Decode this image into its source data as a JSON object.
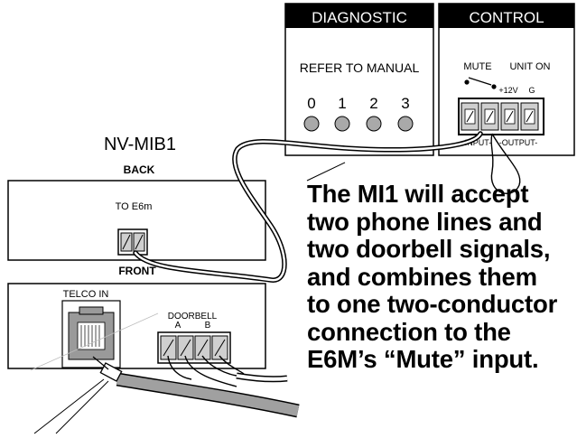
{
  "diagnostic_panel": {
    "title": "DIAGNOSTIC",
    "subtitle": "REFER TO MANUAL",
    "leds": [
      "0",
      "1",
      "2",
      "3"
    ]
  },
  "control_panel": {
    "title": "CONTROL",
    "mute_label": "MUTE",
    "unit_on_label": "UNIT ON",
    "voltage_label": "+12V",
    "ground_label": "G",
    "input_label": "-INPUT-",
    "output_label": "-OUTPUT-"
  },
  "module": {
    "name": "NV-MIB1",
    "back_label": "BACK",
    "back_port_label": "TO E6m",
    "front_label": "FRONT",
    "telco_label": "TELCO IN",
    "doorbell_label": "DOORBELL",
    "doorbell_a": "A",
    "doorbell_b": "B"
  },
  "description": "The MI1 will accept\ntwo phone lines and\ntwo doorbell signals,\nand combines them\nto one two-conductor\nconnection to the\nE6M’s “Mute” input.",
  "colors": {
    "panel_header": "#000000",
    "led": "#a9a9a9",
    "cable_gray": "#a0a0a0"
  }
}
